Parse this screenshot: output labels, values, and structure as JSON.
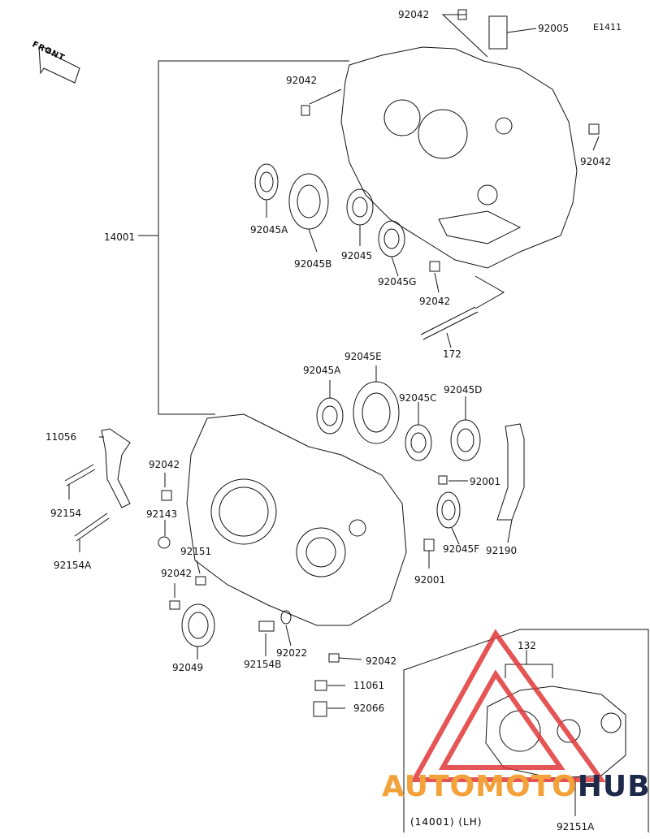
{
  "front": "FRONT",
  "code": "E1411",
  "inset_caption": "(14001) (LH)",
  "watermark": {
    "part1": "AUTOMOTO",
    "part2": "HUB"
  },
  "labels": [
    "92042",
    "92005",
    "92042",
    "92042",
    "14001",
    "92045A",
    "92045B",
    "92045",
    "92045G",
    "92042",
    "172",
    "92045E",
    "92045A",
    "92045C",
    "92045D",
    "11056",
    "92042",
    "92001",
    "92154",
    "92143",
    "92151",
    "92154A",
    "92042",
    "92001",
    "92045F",
    "92190",
    "92049",
    "92154B",
    "92022",
    "92042",
    "11061",
    "92066",
    "132",
    "92151A"
  ]
}
